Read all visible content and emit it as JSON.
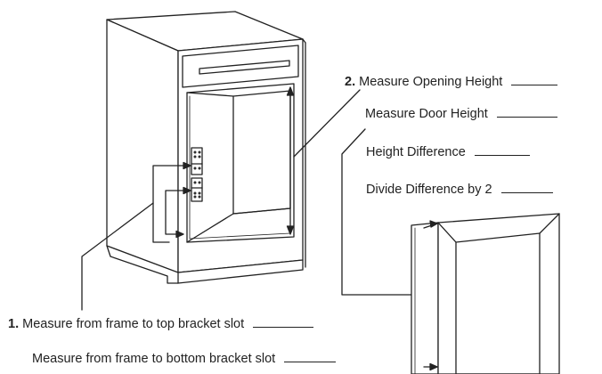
{
  "steps": [
    {
      "number": "2.",
      "lines": [
        "Measure Opening Height",
        "Measure Door Height",
        "Height Difference",
        "Divide Difference by 2"
      ]
    },
    {
      "number": "1.",
      "lines": [
        "Measure from frame to top bracket slot",
        "Measure from frame to bottom bracket slot"
      ]
    }
  ]
}
